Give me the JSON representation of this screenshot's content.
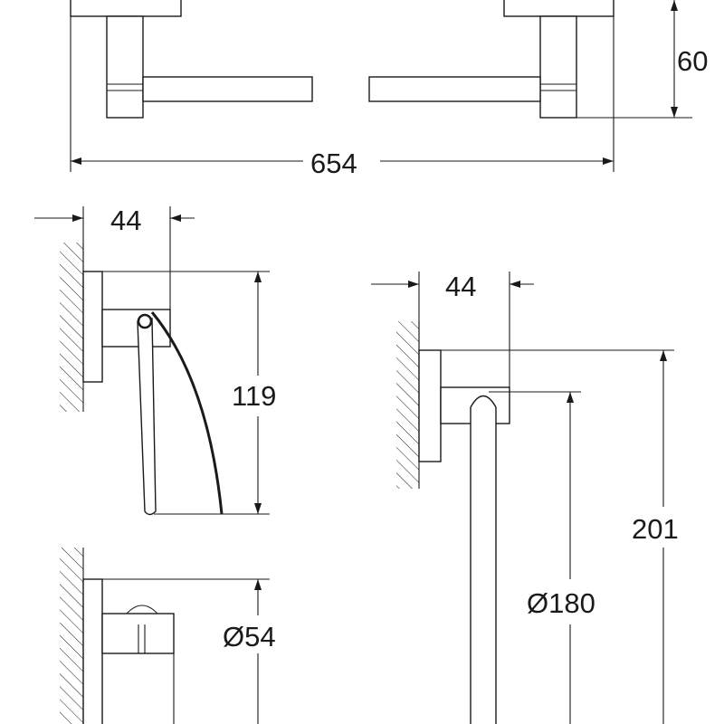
{
  "drawing": {
    "towel_bar": {
      "height_label": "60",
      "length_label": "654"
    },
    "paper_holder": {
      "depth_label": "44",
      "height_label": "119"
    },
    "towel_ring": {
      "depth_label": "44",
      "height_label": "201",
      "diameter_label": "Ø180"
    },
    "robe_hook": {
      "diameter_label": "Ø54"
    }
  },
  "colors": {
    "line": "#1a1a1a",
    "background": "#ffffff"
  }
}
